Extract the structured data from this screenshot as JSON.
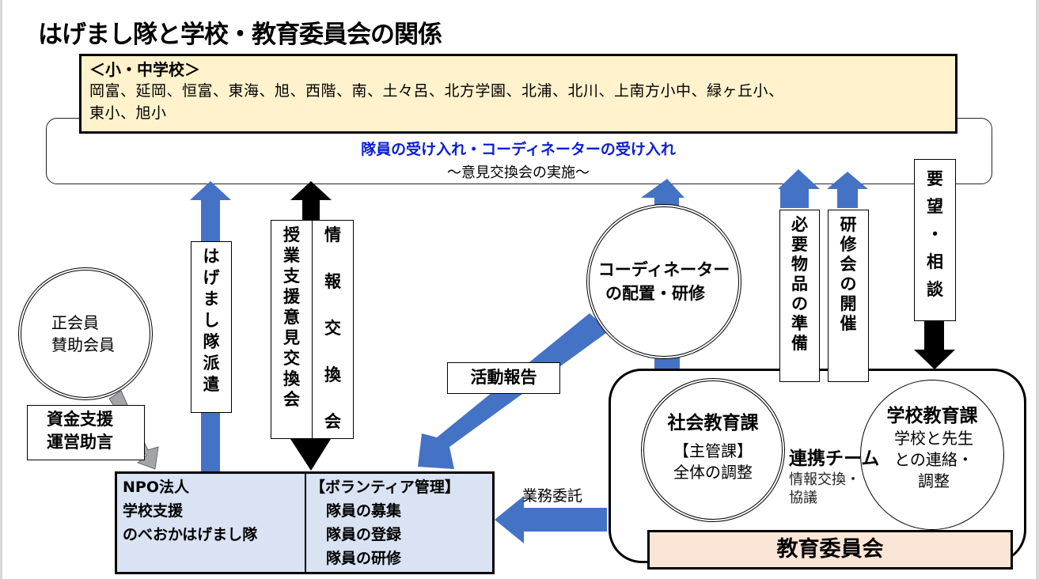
{
  "title": "はげまし隊と学校・教育委員会の関係",
  "schools": {
    "heading": "＜小・中学校＞",
    "list_line1": "岡富、延岡、恒富、東海、旭、西階、南、土々呂、北方学園、北浦、北川、上南方小中、緑ヶ丘小、",
    "list_line2": "東小、旭小",
    "accept_text": "隊員の受け入れ・コーディネーターの受け入れ",
    "exchange_text": "～意見交換会の実施～"
  },
  "members_circle": {
    "line1": "正会員",
    "line2": "賛助会員"
  },
  "funding_label": {
    "line1": "資金支援",
    "line2": "運営助言"
  },
  "dispatch_label": "はげまし隊派遣",
  "lesson_exchange_label": "授業支援意見交換会",
  "info_exchange_label": "情報交換会",
  "activity_report_label": "活動報告",
  "coordinator_circle": {
    "line1": "コーディネーター",
    "line2": "の配置・研修"
  },
  "supplies_label": "必要物品の準備",
  "training_label": "研修会の開催",
  "request_label": [
    "要",
    "望",
    "・",
    "相",
    "談"
  ],
  "outsourcing_label": "業務委託",
  "npo": {
    "left_lines": [
      "NPO法人",
      "学校支援",
      "のべおかはげまし隊"
    ],
    "right_heading": "【ボランティア管理】",
    "right_items": [
      "隊員の募集",
      "隊員の登録",
      "隊員の研修"
    ]
  },
  "board": {
    "social_ed": {
      "title": "社会教育課",
      "line1": "【主管課】",
      "line2": "全体の調整"
    },
    "team": {
      "title": "連携チーム",
      "line1": "情報交換・",
      "line2": "協議"
    },
    "school_ed": {
      "title": "学校教育課",
      "line1": "学校と先生",
      "line2": "との連絡・",
      "line3": "調整"
    },
    "label": "教育委員会"
  },
  "colors": {
    "blue_arrow": "#4472c4",
    "black_arrow": "#000000",
    "gray_arrow": "#a5a5a5",
    "school_box_fill": "#fff2cc",
    "npo_box_fill": "#dae3f3",
    "board_label_fill": "#fbe5d6",
    "accept_text": "#0b1fd0"
  }
}
